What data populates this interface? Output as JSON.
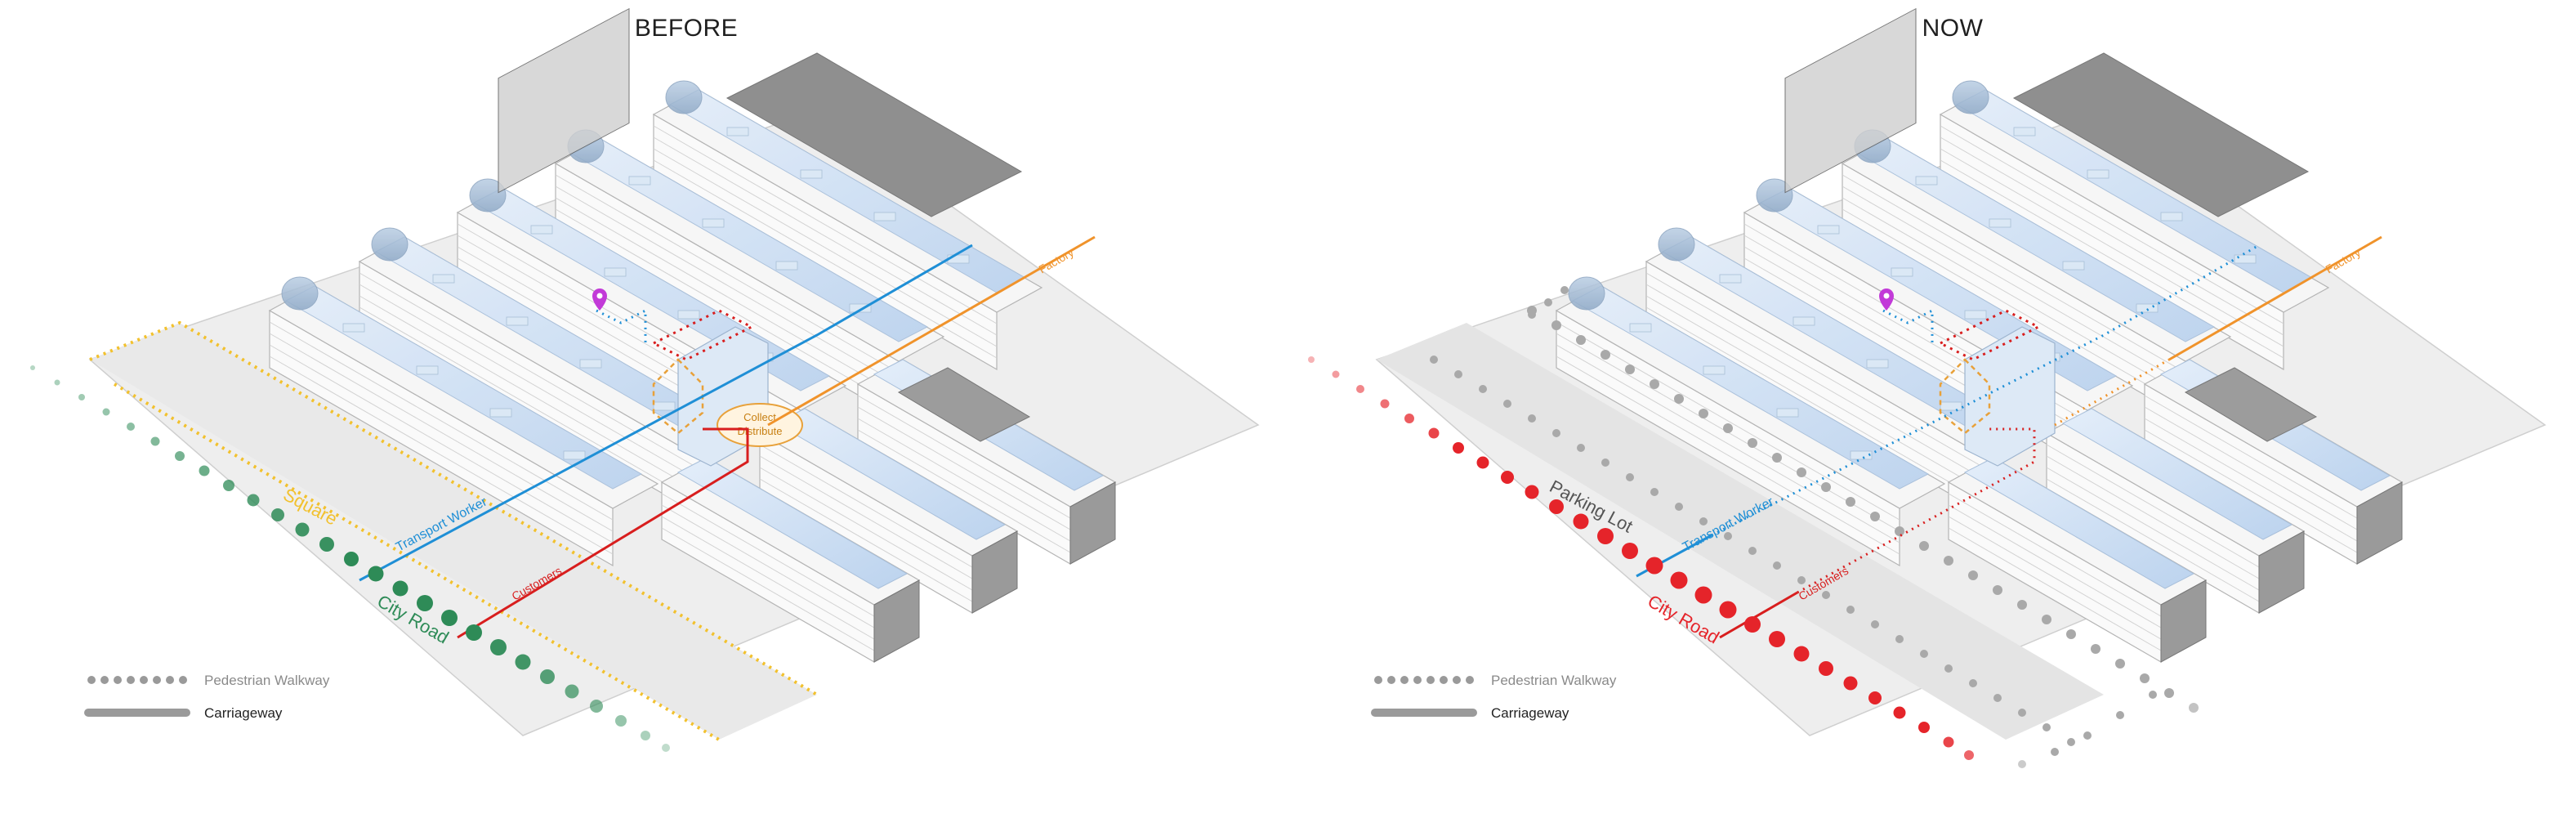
{
  "panels": [
    {
      "title": "BEFORE",
      "labels": {
        "square": "Square",
        "transport_worker": "Transport Worker",
        "customers": "Customers",
        "city_road": "City Road",
        "factory": "Factory",
        "collect": "Collect",
        "distribute": "Distribute"
      },
      "legend": {
        "pedestrian": "Pedestrian Walkway",
        "carriageway": "Carriageway"
      }
    },
    {
      "title": "NOW",
      "labels": {
        "parking_lot": "Parking Lot",
        "transport_worker": "Transport Worker",
        "customers": "Customers",
        "city_road": "City Road",
        "factory": "Factory"
      },
      "legend": {
        "pedestrian": "Pedestrian Walkway",
        "carriageway": "Carriageway"
      }
    }
  ],
  "colors": {
    "square_yellow": "#f2c12e",
    "transport_blue": "#1f8fd6",
    "customers_red": "#d81e1e",
    "city_road_green": "#2e8b57",
    "city_road_red": "#e5242a",
    "factory_orange": "#f0932b",
    "collect_orange": "#e8a13a",
    "pin_magenta": "#c23ad8",
    "glass_blue": "#cfe0f3",
    "ground_grey": "#eeeeee"
  }
}
